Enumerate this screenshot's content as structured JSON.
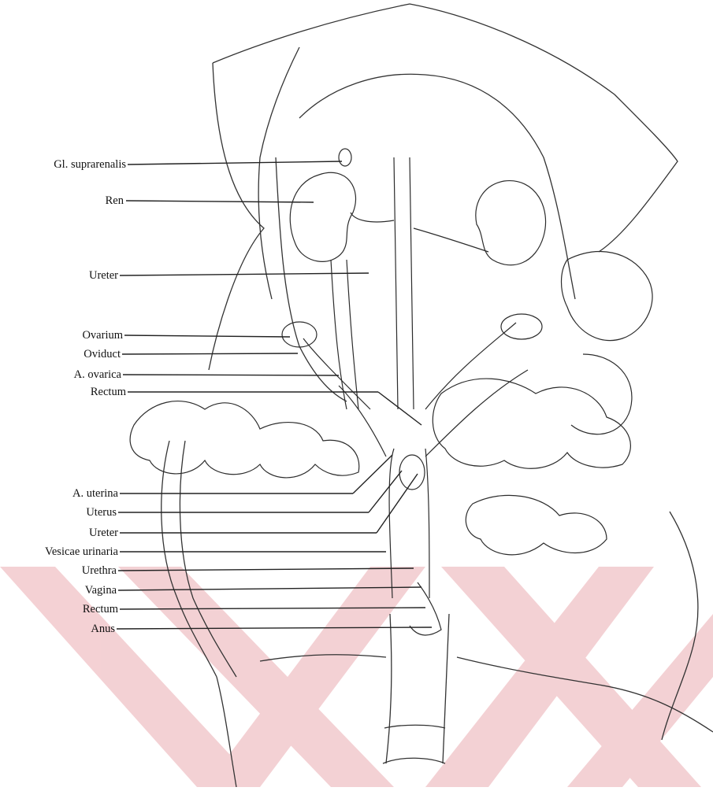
{
  "diagram": {
    "labels": [
      {
        "id": "gl-suprarenalis",
        "text": "Gl. suprarenalis"
      },
      {
        "id": "ren",
        "text": "Ren"
      },
      {
        "id": "ureter-upper",
        "text": "Ureter"
      },
      {
        "id": "ovarium",
        "text": "Ovarium"
      },
      {
        "id": "oviduct",
        "text": "Oviduct"
      },
      {
        "id": "a-ovarica",
        "text": "A. ovarica"
      },
      {
        "id": "rectum-upper",
        "text": "Rectum"
      },
      {
        "id": "a-uterina",
        "text": "A. uterina"
      },
      {
        "id": "uterus",
        "text": "Uterus"
      },
      {
        "id": "ureter-lower",
        "text": "Ureter"
      },
      {
        "id": "vesicae-urinaria",
        "text": "Vesicae urinaria"
      },
      {
        "id": "urethra",
        "text": "Urethra"
      },
      {
        "id": "vagina",
        "text": "Vagina"
      },
      {
        "id": "rectum-lower",
        "text": "Rectum"
      },
      {
        "id": "anus",
        "text": "Anus"
      }
    ],
    "colors": {
      "ink": "#222222",
      "watermark": "#f2c9cd"
    }
  }
}
